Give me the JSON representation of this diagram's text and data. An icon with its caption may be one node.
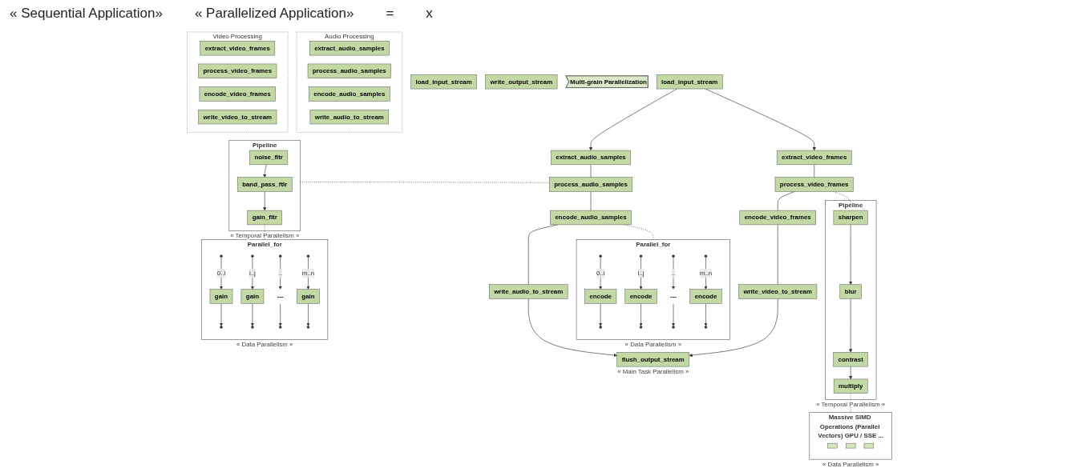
{
  "diagram": {
    "nodes": [
      {
        "text": [
          "load_input_stream"
        ]
      },
      {
        "text": [
          "Audio Processing"
        ]
      },
      {
        "text": [
          "extract_audio_samples"
        ],
        "in": 1
      },
      {
        "text": [
          "process_audio_samples"
        ],
        "in": 1
      },
      {
        "text": [
          "encode_audio_samples"
        ],
        "in": 1
      },
      {
        "text": [
          "write_audio_to_stream"
        ],
        "in": 1
      },
      {
        "text": [
          "Video Processing"
        ]
      },
      {
        "text": [
          "extract_video_frames"
        ],
        "in": 6
      },
      {
        "text": [
          "process_video_frames"
        ],
        "in": 6
      },
      {
        "text": [
          "encode_video_frames"
        ],
        "in": 6
      },
      {
        "text": [
          "write_video_to_stream"
        ],
        "in": 6
      },
      {
        "text": [
          "write_output_stream"
        ]
      },
      {
        "text": [
          "Multi-grain Parallelization"
        ]
      },
      {
        "text": [
          "Pipeline"
        ],
        "beside": [
          "« Temporal Parallelism »"
        ]
      },
      {
        "text": [
          "noise_fltr"
        ],
        "in": 13
      },
      {
        "text": [
          "band_pass_ftlr"
        ],
        "in": 13
      },
      {
        "text": [
          "gain_fltr"
        ],
        "in": 13
      },
      {
        "text": [
          "Parallel_for"
        ],
        "beside": [
          "« Data Parallelism »"
        ]
      },
      {
        "text": [
          "gain"
        ],
        "in": 17
      },
      {
        "text": [
          "gain"
        ],
        "in": 17
      },
      {
        "text": [
          "---"
        ],
        "in": 17
      },
      {
        "text": [
          "gain"
        ],
        "in": 17
      },
      {
        "text": [
          "load_input_stream"
        ]
      },
      {
        "text": [
          "extract_audio_samples"
        ]
      },
      {
        "text": [
          "process_audio_samples"
        ]
      },
      {
        "text": [
          "encode_audio_samples"
        ]
      },
      {
        "text": [
          "write_audio_to_stream"
        ]
      },
      {
        "text": [
          "extract_video_frames"
        ]
      },
      {
        "text": [
          "process_video_frames"
        ]
      },
      {
        "text": [
          "encode_video_frames"
        ]
      },
      {
        "text": [
          "write_video_to_stream"
        ]
      },
      {
        "text": [
          "flush_output_stream"
        ],
        "beside": [
          "« Main Task Parallelism »"
        ]
      },
      {
        "text": [
          "Parallel_for"
        ],
        "beside": [
          "« Data Parallelism »"
        ]
      },
      {
        "text": [
          "encode"
        ],
        "in": 32
      },
      {
        "text": [
          "encode"
        ],
        "in": 32
      },
      {
        "text": [
          "---"
        ],
        "in": 32
      },
      {
        "text": [
          "encode"
        ],
        "in": 32
      },
      {
        "text": [
          "Pipeline"
        ],
        "beside": [
          "« Temporal Parallelism »"
        ]
      },
      {
        "text": [
          "sharpen"
        ],
        "in": 37
      },
      {
        "text": [
          "blur"
        ],
        "in": 37
      },
      {
        "text": [
          "contrast"
        ],
        "in": 37
      },
      {
        "text": [
          "multiply"
        ],
        "in": 37
      },
      {
        "text": [
          "Massive SIMD Operations (Parallel Vectors) GPU / SSE ..."
        ],
        "beside": [
          "« Data Parallelism »"
        ]
      },
      {
        "text": [],
        "shape": "box",
        "in": 42
      },
      {
        "text": [],
        "shape": "box",
        "in": 42
      },
      {
        "text": [],
        "shape": "box",
        "in": 42
      }
    ],
    "edges": [
      {
        "from": 14,
        "to": 15,
        "arrow": "to"
      },
      {
        "from": 15,
        "to": 16,
        "arrow": "to"
      },
      {
        "from": 16,
        "to": 17,
        "arrow": "none",
        "style": "dashed"
      },
      {
        "from": null,
        "to": 18,
        "arrow": "to",
        "label": "0..i"
      },
      {
        "from": null,
        "to": 19,
        "arrow": "to",
        "label": "i..j"
      },
      {
        "from": null,
        "to": 20,
        "arrow": "to",
        "label": ".."
      },
      {
        "from": null,
        "to": 21,
        "arrow": "to",
        "label": "m..n"
      },
      {
        "from": 18,
        "to": 17,
        "arrow": "to"
      },
      {
        "from": 19,
        "to": 17,
        "arrow": "to"
      },
      {
        "from": 20,
        "to": 17,
        "arrow": "to"
      },
      {
        "from": 21,
        "to": 17,
        "arrow": "to"
      },
      {
        "from": 22,
        "to": 23,
        "arrow": "to"
      },
      {
        "from": 22,
        "to": 27,
        "arrow": "to"
      },
      {
        "from": 23,
        "to": 24,
        "arrow": "none"
      },
      {
        "from": 24,
        "to": 25,
        "arrow": "none"
      },
      {
        "from": 25,
        "to": 26,
        "arrow": "none"
      },
      {
        "from": 27,
        "to": 28,
        "arrow": "none"
      },
      {
        "from": 28,
        "to": 29,
        "arrow": "none"
      },
      {
        "from": 29,
        "to": 30,
        "arrow": "none"
      },
      {
        "from": 26,
        "to": 31,
        "arrow": "to"
      },
      {
        "from": 30,
        "to": 31,
        "arrow": "to"
      },
      {
        "from": 13,
        "to": 24,
        "arrow": "none",
        "style": "dashed"
      },
      {
        "from": 25,
        "to": 32,
        "arrow": "none",
        "style": "dashed"
      },
      {
        "from": null,
        "to": 33,
        "arrow": "to",
        "label": "0..i"
      },
      {
        "from": null,
        "to": 34,
        "arrow": "to",
        "label": "i..j"
      },
      {
        "from": null,
        "to": 35,
        "arrow": "to",
        "label": ".."
      },
      {
        "from": null,
        "to": 36,
        "arrow": "to",
        "label": "m..n"
      },
      {
        "from": 33,
        "to": 32,
        "arrow": "to"
      },
      {
        "from": 34,
        "to": 32,
        "arrow": "to"
      },
      {
        "from": 35,
        "to": 32,
        "arrow": "to"
      },
      {
        "from": 36,
        "to": 32,
        "arrow": "to"
      },
      {
        "from": 28,
        "to": 37,
        "arrow": "none",
        "style": "dashed"
      },
      {
        "from": 38,
        "to": 39,
        "arrow": "to"
      },
      {
        "from": 39,
        "to": 40,
        "arrow": "to"
      },
      {
        "from": 40,
        "to": 41,
        "arrow": "to"
      },
      {
        "from": 41,
        "to": 42,
        "arrow": "none",
        "style": "dashed"
      }
    ],
    "labels": [
      "« Sequential Application»",
      "« Parallelized Application»",
      "=",
      "x"
    ]
  }
}
